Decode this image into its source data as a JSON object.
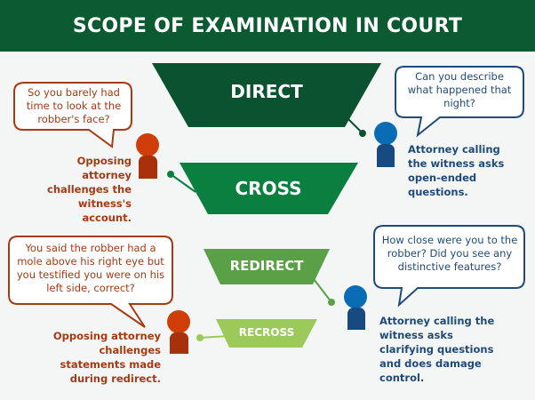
{
  "title": "SCOPE OF EXAMINATION IN COURT",
  "stages": [
    {
      "label": "DIRECT",
      "color": "#0b5230"
    },
    {
      "label": "CROSS",
      "color": "#0a7f3f"
    },
    {
      "label": "REDIRECT",
      "color": "#5aa046"
    },
    {
      "label": "RECROSS",
      "color": "#9bc95a"
    }
  ],
  "direct": {
    "question": "Can you describe what happened that night?",
    "caption": "Attorney calling the witness asks open-ended questions."
  },
  "cross": {
    "question": "So you barely had time to look at the robber's face?",
    "caption": "Opposing attorney challenges the witness's account."
  },
  "redirect": {
    "question": "How close were you to the robber? Did you see any distinctive features?",
    "caption": "Attorney calling the witness asks clarifying questions and does damage control."
  },
  "recross": {
    "question": "You said the robber had a mole above his right eye but you testified you were on his left side, correct?",
    "caption": "Opposing attorney challenges statements made during redirect."
  },
  "colors": {
    "opposing": "#a73a12",
    "calling": "#1f4b7c",
    "header": "#0c5a31"
  }
}
